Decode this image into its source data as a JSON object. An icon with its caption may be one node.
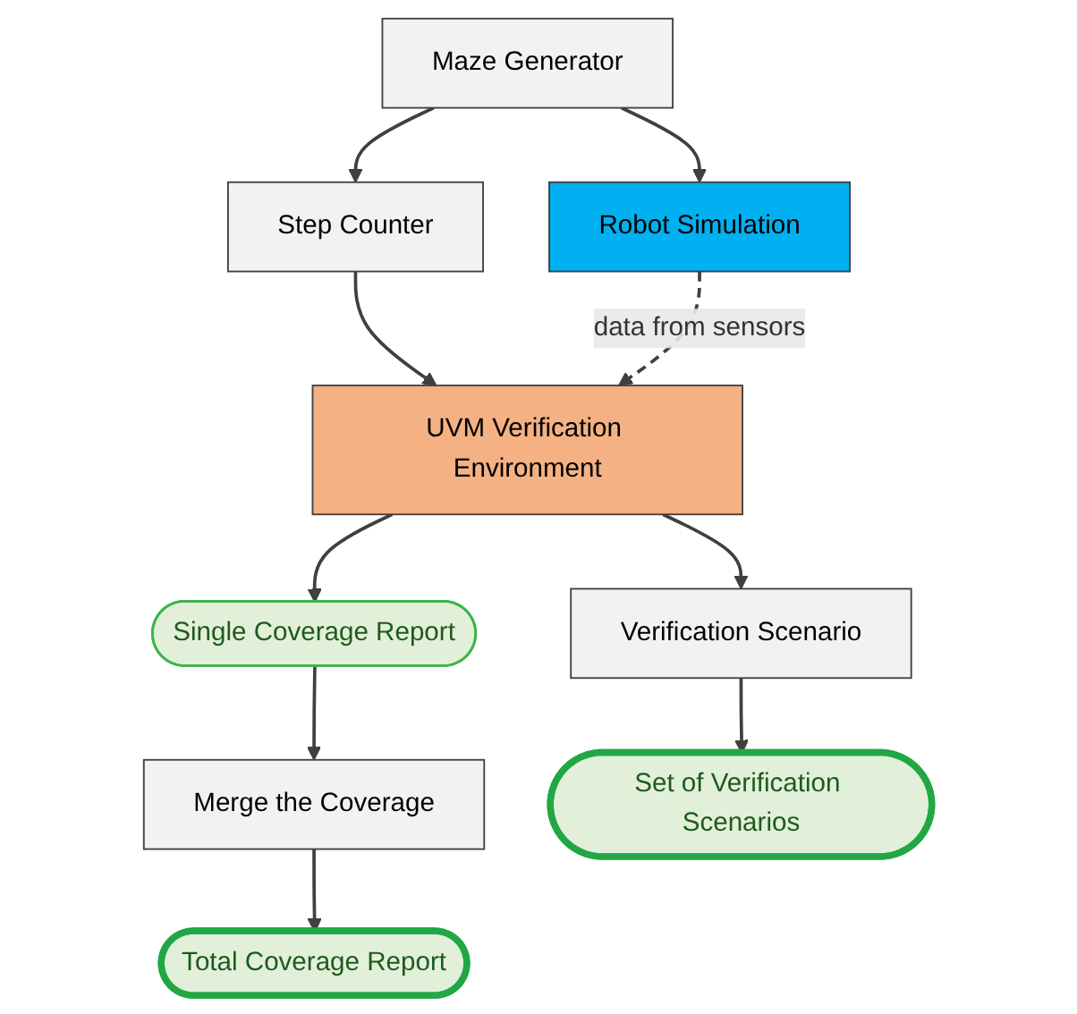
{
  "diagram": {
    "nodes": [
      {
        "text": [
          "Maze Generator"
        ]
      },
      {
        "text": [
          "Robot Simulation"
        ]
      },
      {
        "text": [
          "Step Counter"
        ]
      },
      {
        "text": [
          "UVM Verification Environment"
        ]
      },
      {
        "text": [
          "Single Coverage Report"
        ]
      },
      {
        "text": [
          "Verification Scenario"
        ]
      },
      {
        "text": [
          "Merge the Coverage"
        ]
      },
      {
        "text": [
          "Set of Verification Scenarios"
        ]
      },
      {
        "text": [
          "Total Coverage Report"
        ]
      }
    ],
    "edges": [
      {
        "from": 0,
        "to": 1,
        "arrow": "to"
      },
      {
        "from": 0,
        "to": 2,
        "arrow": "to"
      },
      {
        "from": 2,
        "to": 3,
        "arrow": "to"
      },
      {
        "from": 1,
        "to": 3,
        "arrow": "to",
        "style": "dashed",
        "label": "data from sensors"
      },
      {
        "from": 3,
        "to": 4,
        "arrow": "to"
      },
      {
        "from": 3,
        "to": 5,
        "arrow": "to"
      },
      {
        "from": 4,
        "to": 6,
        "arrow": "to"
      },
      {
        "from": 5,
        "to": 7,
        "arrow": "to"
      },
      {
        "from": 6,
        "to": 8,
        "arrow": "to"
      }
    ]
  }
}
